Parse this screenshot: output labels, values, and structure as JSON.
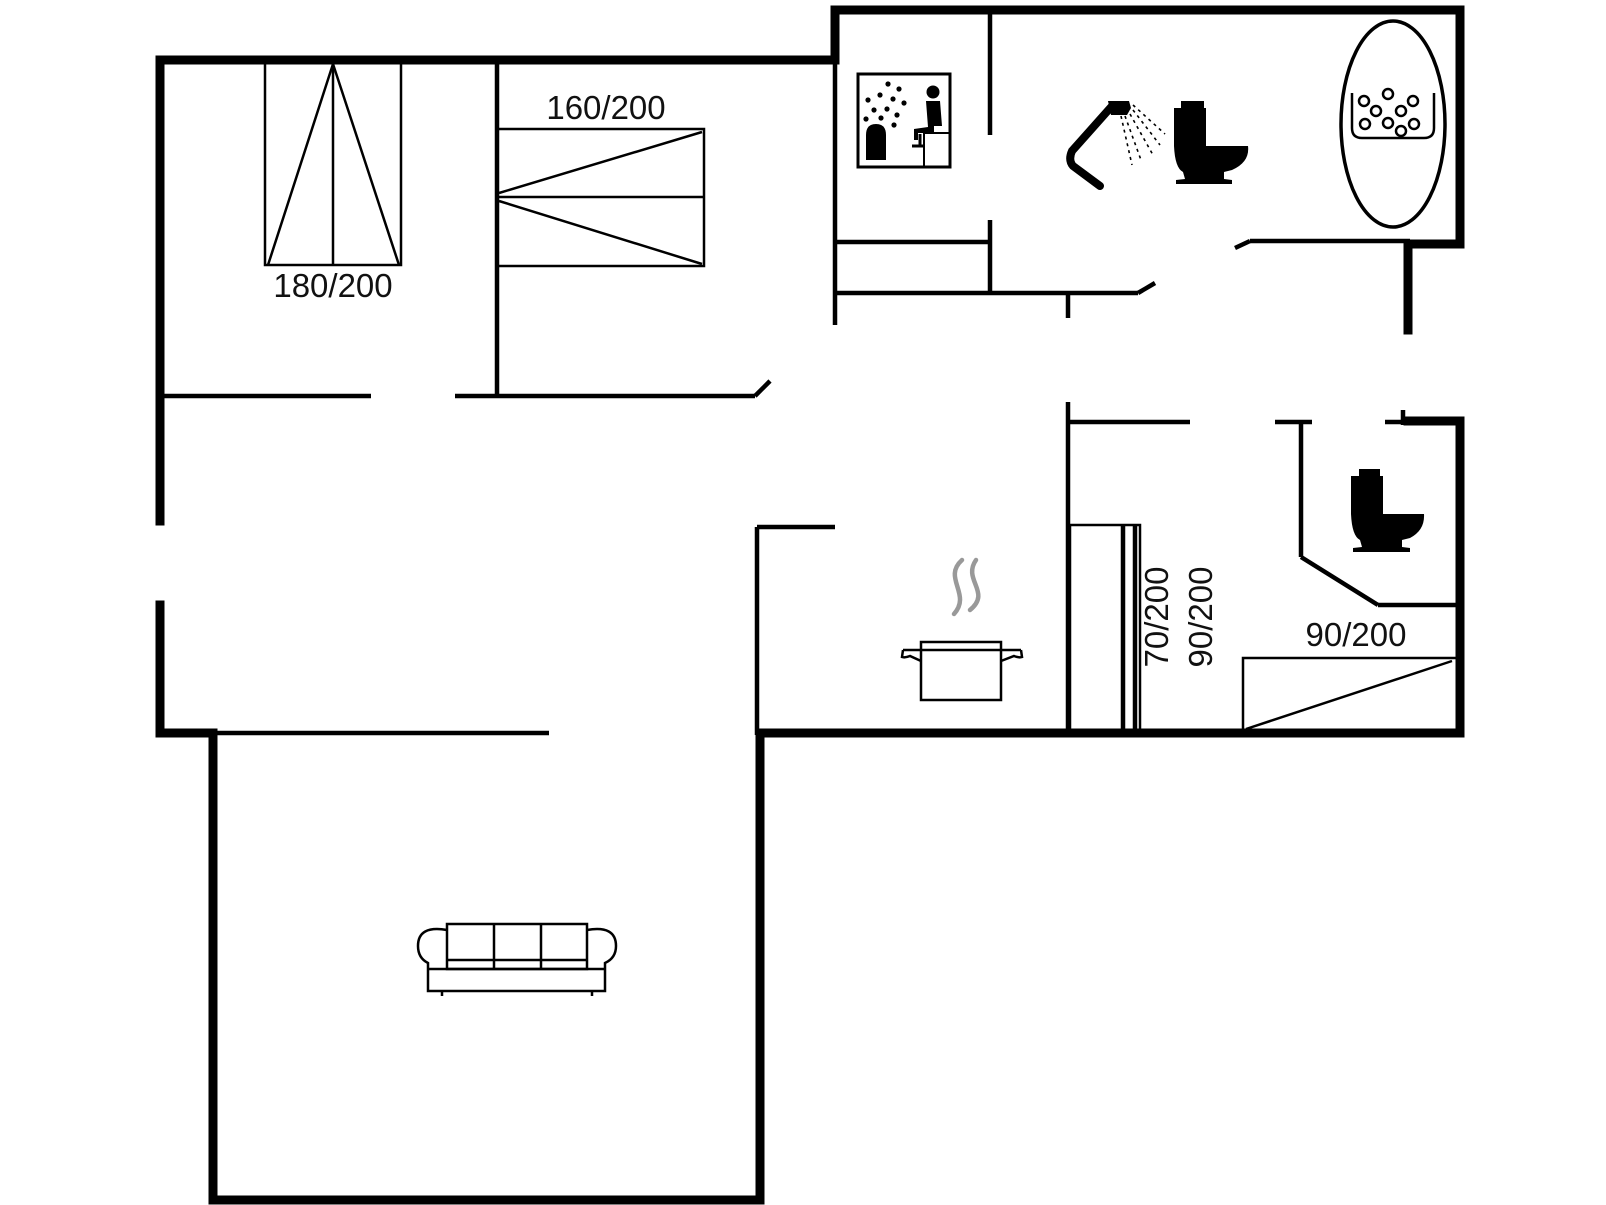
{
  "floorplan": {
    "bed_labels": {
      "bedroom_1": "180/200",
      "bedroom_2": "160/200",
      "bunk_lower": "70/200",
      "bunk_upper": "90/200",
      "single_bed": "90/200"
    },
    "icons": [
      "bed-icon",
      "sauna-icon",
      "shower-icon",
      "toilet-icon",
      "whirlpool-bath-icon",
      "kitchen-pot-icon",
      "sofa-icon"
    ],
    "line_color": "#000000",
    "background_color": "#ffffff"
  }
}
